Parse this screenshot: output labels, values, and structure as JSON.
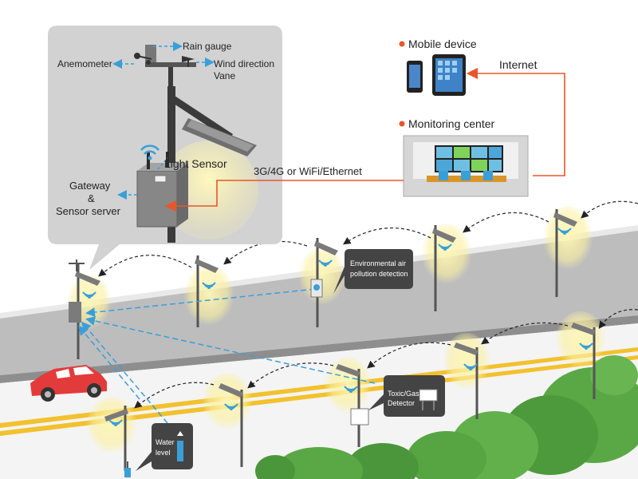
{
  "labels": {
    "rain_gauge": "Rain gauge",
    "anemometer": "Anemometer",
    "wind_vane_1": "Wind direction",
    "wind_vane_2": "Vane",
    "light_sensor": "Light Sensor",
    "gateway_1": "Gateway",
    "gateway_2": "&",
    "gateway_3": "Sensor server",
    "mobile_device": "Mobile device",
    "internet": "Internet",
    "monitoring_center": "Monitoring center",
    "network": "3G/4G or WiFi/Ethernet",
    "env_air_1": "Environmental air",
    "env_air_2": "pollution detection",
    "toxic_1": "Toxic/Gas",
    "toxic_2": "Detector",
    "water_1": "Water",
    "water_2": "level"
  },
  "colors": {
    "link_orange": "#e8562a",
    "data_blue": "#3a9fd8",
    "panel_gray": "#d2d2d2",
    "road_gray": "#bdbdbd",
    "lane_yellow": "#f2c12e",
    "glow_yellow": "#fbf3a6",
    "car_red": "#e33b3b",
    "tree_green": "#5aa845",
    "callout_dark": "#444444"
  }
}
